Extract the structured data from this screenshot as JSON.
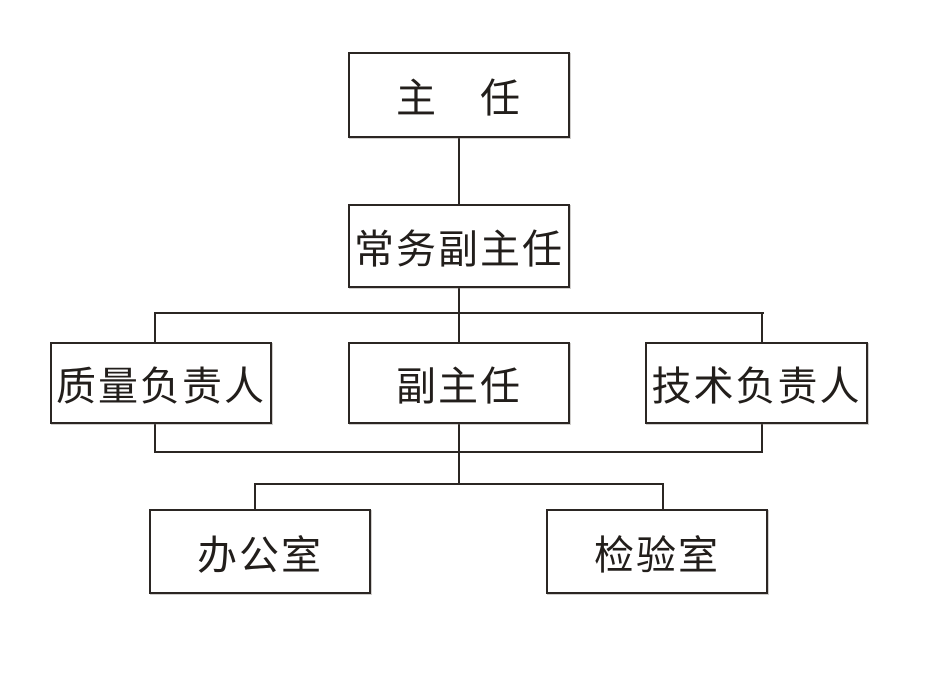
{
  "diagram": {
    "type": "org-chart",
    "background_color": "#ffffff",
    "line_color": "#2b2623",
    "text_color": "#221e1b",
    "nodes": {
      "director": {
        "label": "主　任"
      },
      "executive_deputy_director": {
        "label": "常务副主任"
      },
      "quality_manager": {
        "label": "质量负责人"
      },
      "deputy_director": {
        "label": "副主任"
      },
      "technical_manager": {
        "label": "技术负责人"
      },
      "office": {
        "label": "办公室"
      },
      "inspection_room": {
        "label": "检验室"
      }
    },
    "edges": [
      {
        "from": "主任",
        "to": "常务副主任"
      },
      {
        "from": "常务副主任",
        "to": "质量负责人"
      },
      {
        "from": "常务副主任",
        "to": "副主任"
      },
      {
        "from": "常务副主任",
        "to": "技术负责人"
      },
      {
        "from": "质量负责人/副主任/技术负责人",
        "to": "办公室"
      },
      {
        "from": "质量负责人/副主任/技术负责人",
        "to": "检验室"
      }
    ]
  }
}
